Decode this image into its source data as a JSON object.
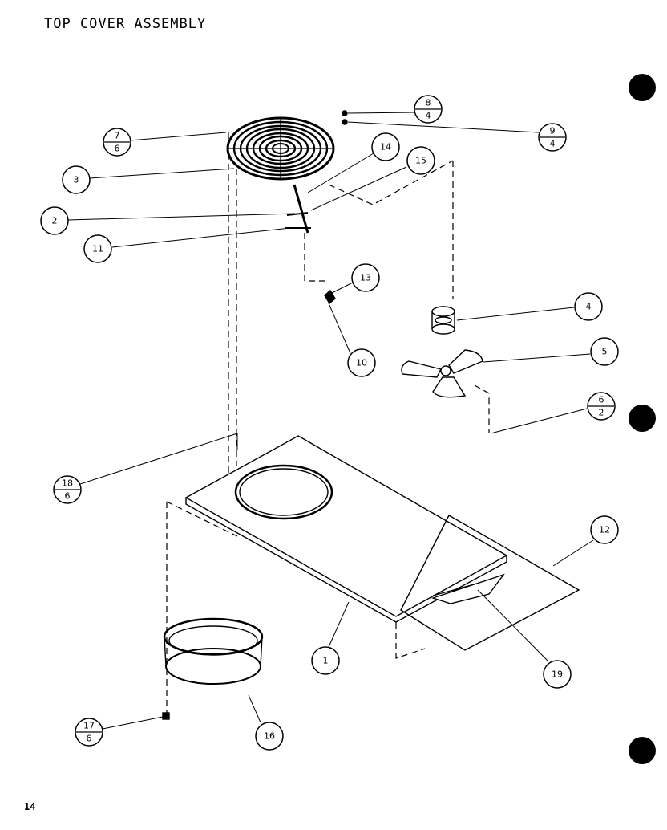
{
  "title": "TOP COVER ASSEMBLY",
  "page_number": "14",
  "callouts": [
    {
      "id": "c7-6",
      "top": "7",
      "bottom": "6"
    },
    {
      "id": "c3",
      "label": "3"
    },
    {
      "id": "c2",
      "label": "2"
    },
    {
      "id": "c11",
      "label": "11"
    },
    {
      "id": "c14",
      "label": "14"
    },
    {
      "id": "c15",
      "label": "15"
    },
    {
      "id": "c8-4",
      "top": "8",
      "bottom": "4"
    },
    {
      "id": "c9-4",
      "top": "9",
      "bottom": "4"
    },
    {
      "id": "c13",
      "label": "13"
    },
    {
      "id": "c10",
      "label": "10"
    },
    {
      "id": "c4",
      "label": "4"
    },
    {
      "id": "c5",
      "label": "5"
    },
    {
      "id": "c6-2",
      "top": "6",
      "bottom": "2"
    },
    {
      "id": "c18-6",
      "top": "18",
      "bottom": "6"
    },
    {
      "id": "c12",
      "label": "12"
    },
    {
      "id": "c1",
      "label": "1"
    },
    {
      "id": "c19",
      "label": "19"
    },
    {
      "id": "c17-6",
      "top": "17",
      "bottom": "6"
    },
    {
      "id": "c16",
      "label": "16"
    }
  ]
}
